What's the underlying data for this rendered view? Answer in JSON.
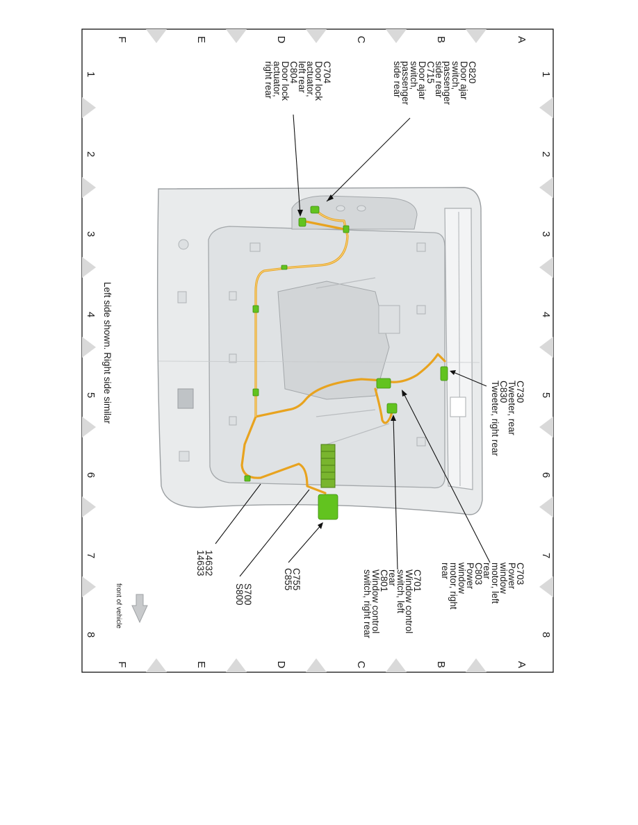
{
  "grid": {
    "letters": [
      "A",
      "B",
      "C",
      "D",
      "E",
      "F"
    ],
    "numbers": [
      "1",
      "2",
      "3",
      "4",
      "5",
      "6",
      "7",
      "8"
    ]
  },
  "caption": "Left side shown. Right side similar",
  "front_label": "front of vehicle",
  "callouts": [
    {
      "lines": [
        "C820",
        "Door ajar",
        "switch,",
        "passenger",
        "side rear",
        "C715",
        "Door ajar",
        "switch,",
        "passenger",
        "side rear"
      ]
    },
    {
      "lines": [
        "C704",
        "Door lock",
        "actuator,",
        "left rear",
        "C804",
        "Door lock",
        "actuator,",
        "right rear"
      ]
    },
    {
      "lines": [
        "C730",
        "Tweeter, rear",
        "C830",
        "Tweeter, right rear"
      ]
    },
    {
      "lines": [
        "C703",
        "Power",
        "window",
        "motor, left",
        "rear",
        "C803",
        "Power",
        "window",
        "motor, right",
        "rear"
      ]
    },
    {
      "lines": [
        "C701",
        "Window control",
        "switch, left",
        "rear",
        "C801",
        "Window control",
        "switch, right rear"
      ]
    },
    {
      "lines": [
        "C755",
        "C855"
      ]
    },
    {
      "lines": [
        "S700",
        "S800"
      ]
    },
    {
      "lines": [
        "14632",
        "14633"
      ]
    }
  ]
}
